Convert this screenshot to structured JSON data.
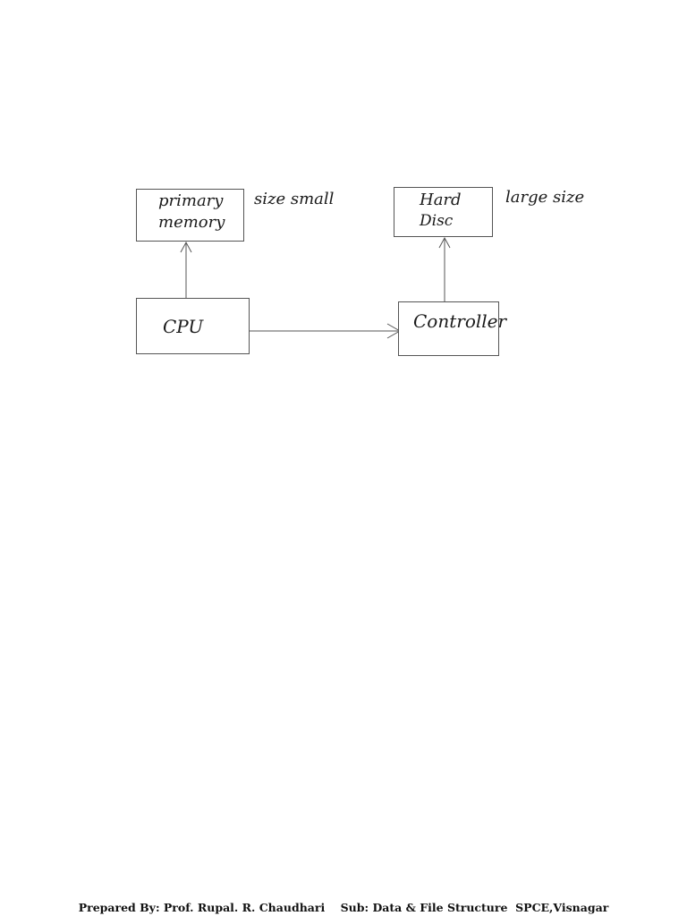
{
  "diagram": {
    "nodes": {
      "primary_memory": {
        "line1": "primary",
        "line2": "memory"
      },
      "hard_disc": {
        "line1": "Hard",
        "line2": "Disc"
      },
      "cpu": {
        "label": "CPU"
      },
      "controller": {
        "label": "Controller"
      }
    },
    "annotations": {
      "primary_memory_note": "size small",
      "hard_disc_note": "large size"
    },
    "edges": [
      {
        "from": "cpu",
        "to": "primary_memory"
      },
      {
        "from": "cpu",
        "to": "controller"
      },
      {
        "from": "controller",
        "to": "hard_disc"
      }
    ]
  },
  "footer": {
    "prepared_by": "Prepared By: Prof. Rupal. R. Chaudhari",
    "subject": "Sub: Data & File Structure",
    "institute": "SPCE,Visnagar"
  }
}
